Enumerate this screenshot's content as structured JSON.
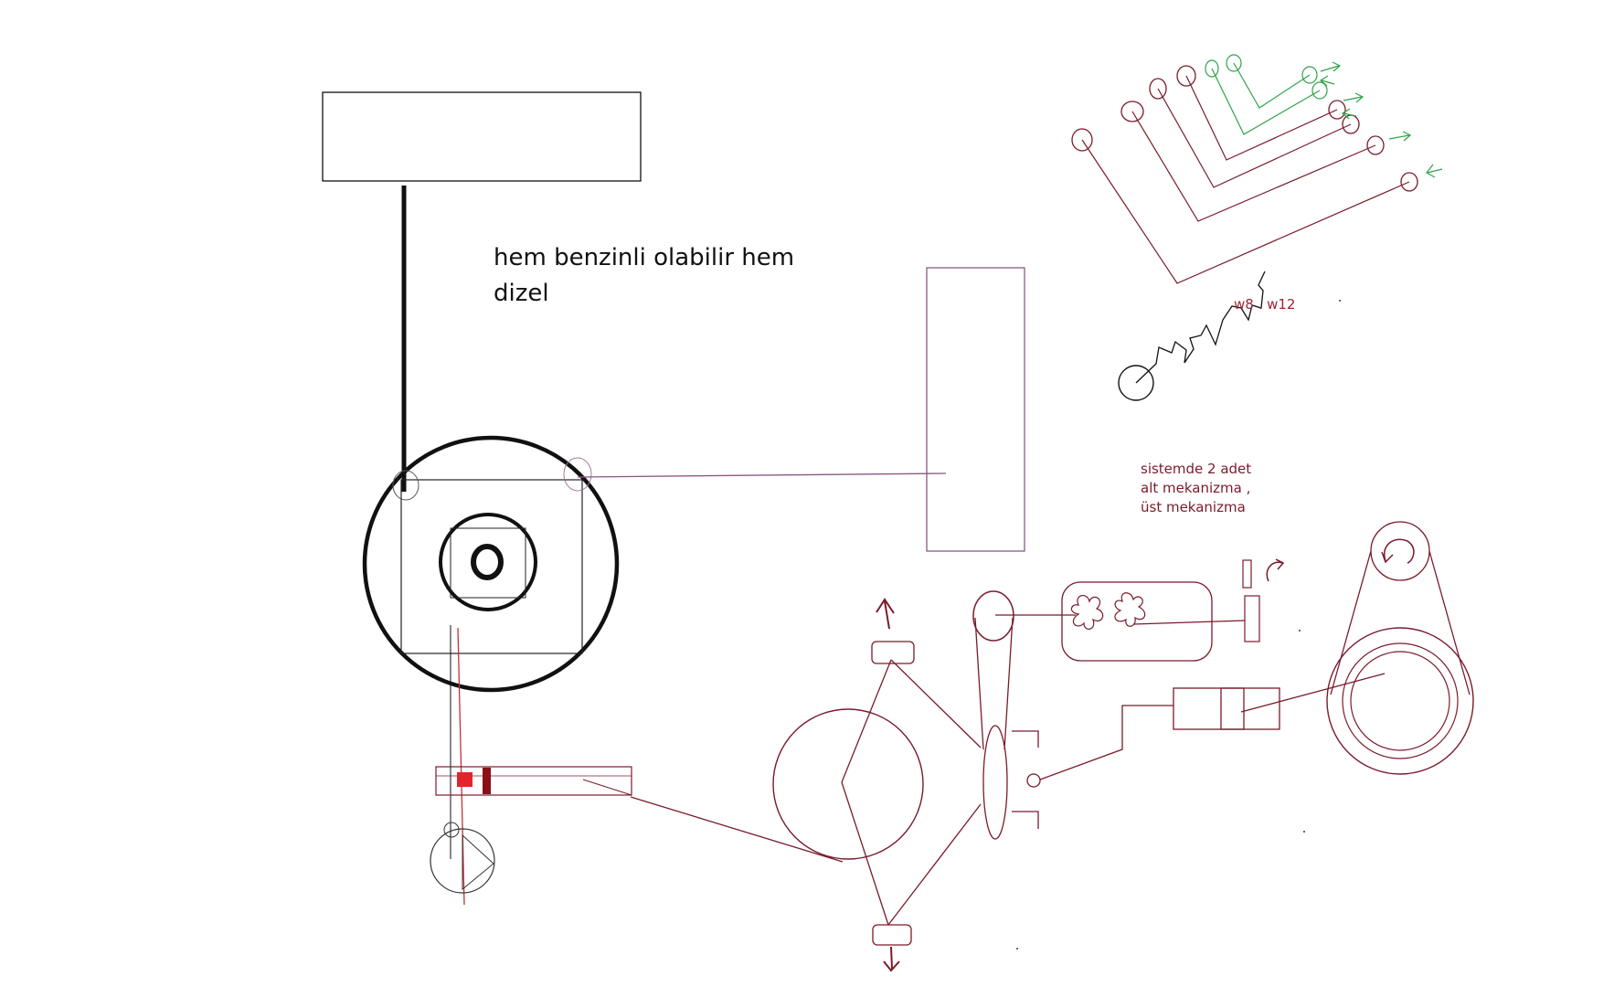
{
  "notes": {
    "fuel_line_1": "hem benzinli olabilir hem",
    "fuel_line_2": "dizel",
    "engine_types": "w8 . w12",
    "system_line_1": "sistemde 2 adet",
    "system_line_2": "alt mekanizma ,",
    "system_line_3": "üst mekanizma"
  },
  "colors": {
    "black": "#111111",
    "maroon": "#7a1b2b",
    "purple": "#8a5a80",
    "green": "#2fa34a",
    "red": "#e3242b",
    "dark_red": "#8b0f17"
  }
}
